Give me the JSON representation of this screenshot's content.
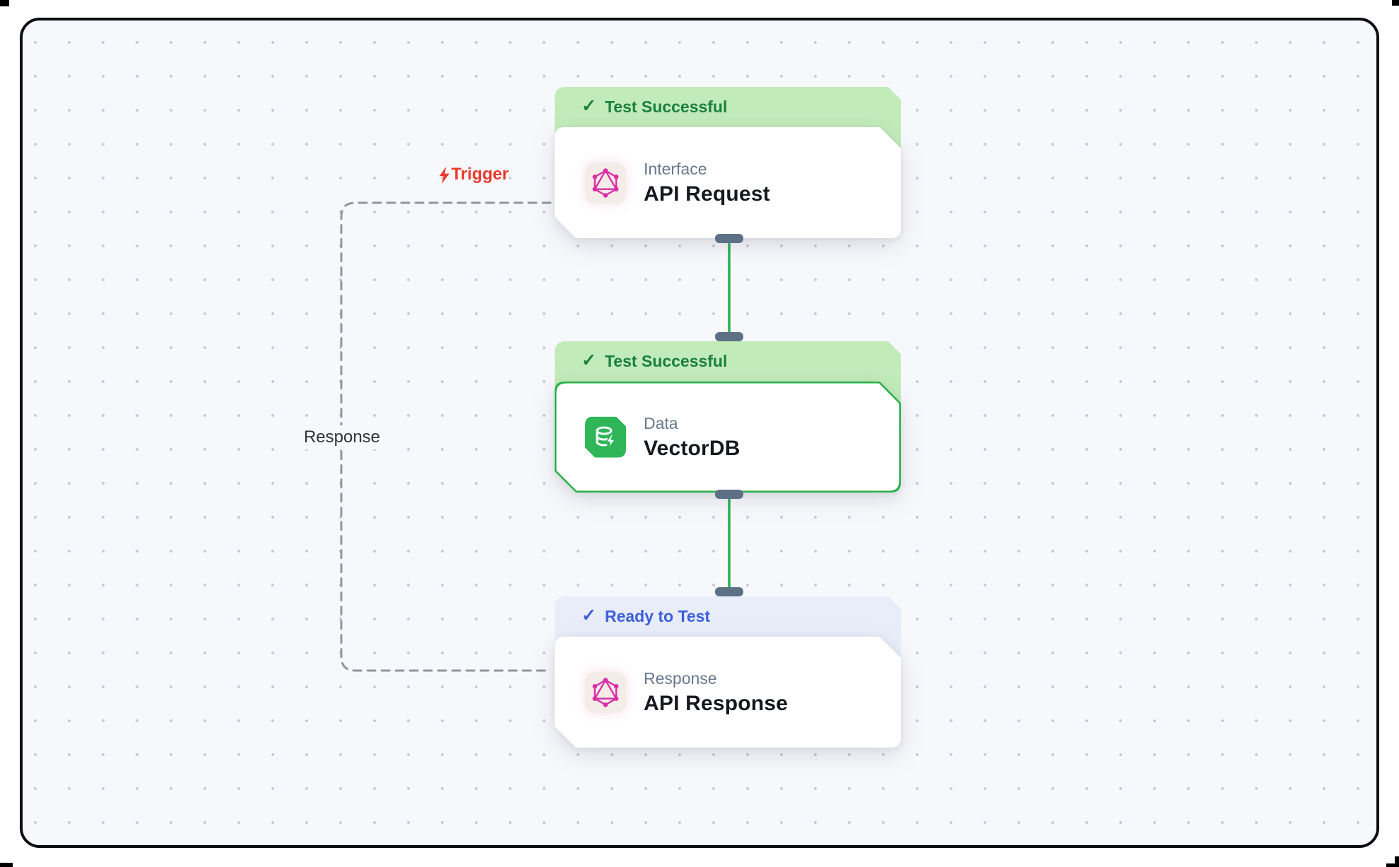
{
  "flow": {
    "trigger_label": "Trigger",
    "response_label": "Response"
  },
  "nodes": [
    {
      "status": "Test Successful",
      "status_icon": "✓",
      "category": "Interface",
      "title": "API Request",
      "icon": "graphql-icon",
      "state": "success"
    },
    {
      "status": "Test Successful",
      "status_icon": "✓",
      "category": "Data",
      "title": "VectorDB",
      "icon": "vector-database-icon",
      "state": "success-selected"
    },
    {
      "status": "Ready to Test",
      "status_icon": "✓",
      "category": "Response",
      "title": "API Response",
      "icon": "graphql-icon",
      "state": "ready"
    }
  ],
  "colors": {
    "canvas_bg": "#f7f8fb",
    "canvas_border": "#0c0d10",
    "success_header_bg": "#c2ebba",
    "success_header_text": "#1a7f3c",
    "ready_header_bg": "#e8edf9",
    "ready_header_text": "#3d60d8",
    "selected_node_border": "#26b048",
    "edge_green": "#26b048",
    "handle_slate": "#5d7085",
    "dash_gray": "#90969e",
    "trigger_red": "#e93b2e",
    "category_text": "#68788f",
    "title_text": "#15181e",
    "graphql_pink": "#d92fa8",
    "vectordb_green": "#2eb659"
  }
}
